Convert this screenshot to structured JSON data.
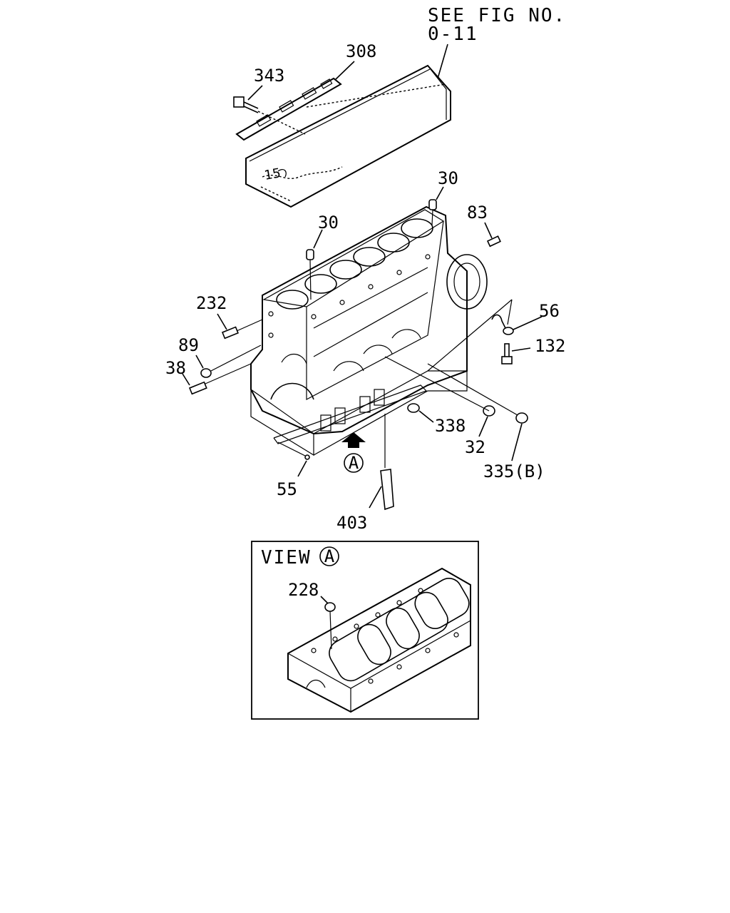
{
  "reference": {
    "line1": "SEE FIG NO.",
    "line2": "0-11"
  },
  "callouts": {
    "c308": "308",
    "c343": "343",
    "c30a": "30",
    "c30b": "30",
    "c83": "83",
    "c232": "232",
    "c89": "89",
    "c38": "38",
    "c56": "56",
    "c132": "132",
    "c338": "338",
    "c32": "32",
    "c335": "335(B)",
    "c55": "55",
    "c403": "403",
    "view_marker": "A"
  },
  "view_box": {
    "title_prefix": "VIEW",
    "title_letter": "A",
    "c228": "228"
  }
}
